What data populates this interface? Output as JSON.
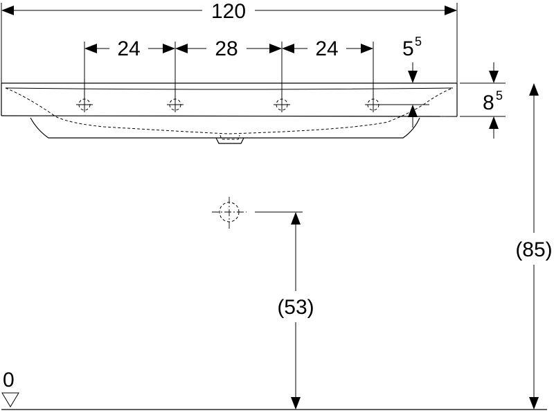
{
  "dimensions": {
    "overall_width": "120",
    "spacing_left": "24",
    "spacing_middle": "28",
    "spacing_right": "24",
    "rim_offset_main": "5",
    "rim_offset_sup": "5",
    "rim_height_main": "8",
    "rim_height_sup": "5",
    "drain_height": "(53)",
    "rim_top_height": "(85)",
    "floor_level": "0"
  }
}
